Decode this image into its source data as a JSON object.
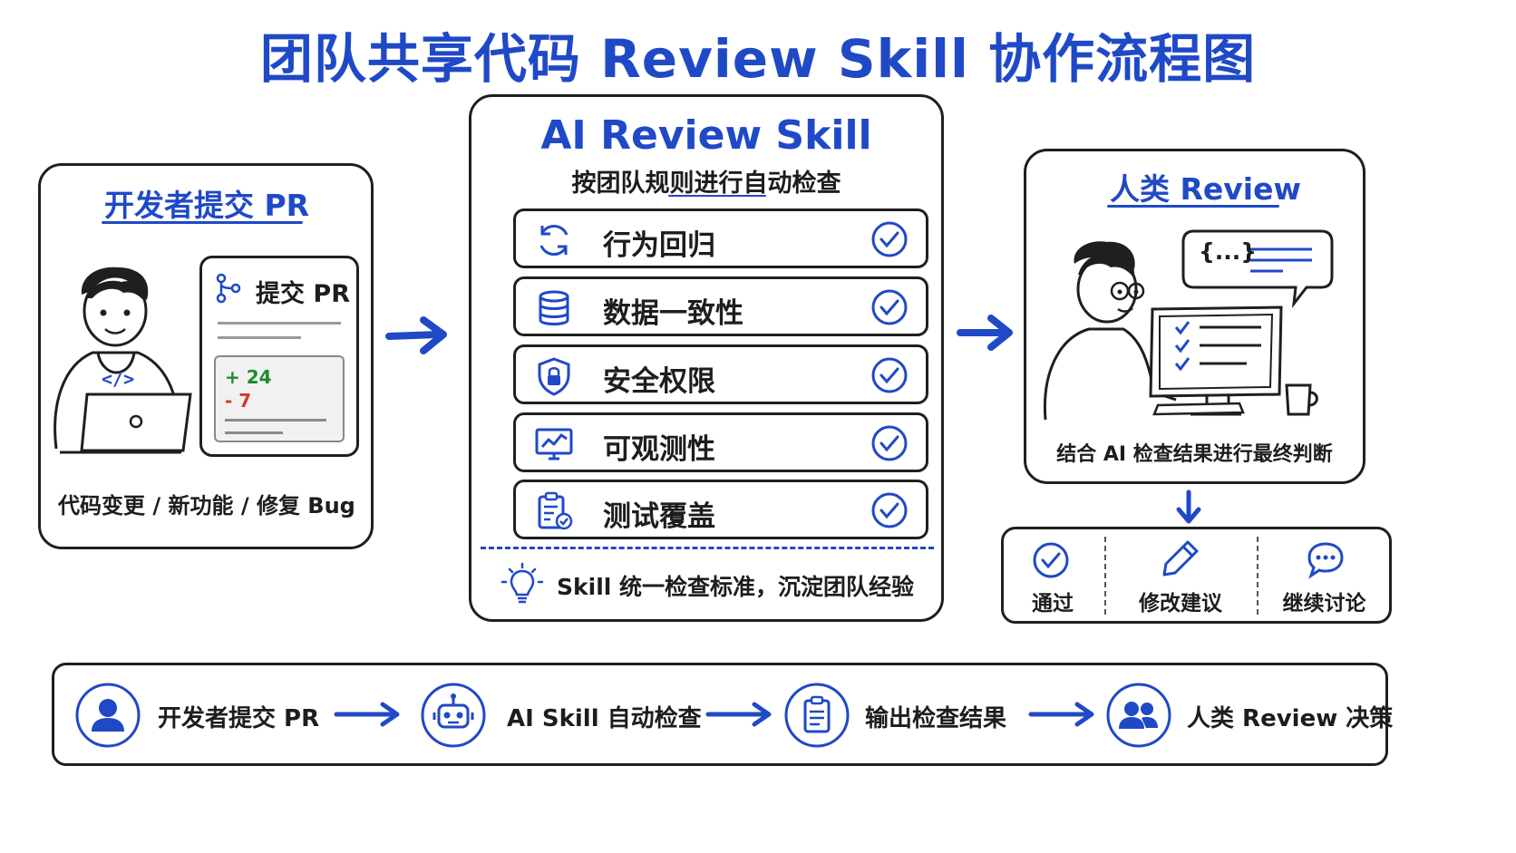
{
  "title": "团队共享代码 Review Skill 协作流程图",
  "developer": {
    "heading": "开发者提交 PR",
    "card_title": "提交 PR",
    "diff_add": "+ 24",
    "diff_del": "- 7",
    "caption": "代码变更 / 新功能 / 修复 Bug"
  },
  "ai_skill": {
    "heading": "AI Review Skill",
    "subtitle": "按团队规则进行自动检查",
    "checks": [
      {
        "label": "行为回归",
        "icon": "refresh-icon"
      },
      {
        "label": "数据一致性",
        "icon": "database-icon"
      },
      {
        "label": "安全权限",
        "icon": "shield-lock-icon"
      },
      {
        "label": "可观测性",
        "icon": "monitor-chart-icon"
      },
      {
        "label": "测试覆盖",
        "icon": "clipboard-check-icon"
      }
    ],
    "note": "Skill 统一检查标准，沉淀团队经验"
  },
  "human": {
    "heading": "人类 Review",
    "bubble_code": "{...}",
    "caption": "结合 AI 检查结果进行最终判断",
    "outcomes": [
      {
        "label": "通过",
        "icon": "check-circle-icon"
      },
      {
        "label": "修改建议",
        "icon": "pencil-icon"
      },
      {
        "label": "继续讨论",
        "icon": "chat-bubble-icon"
      }
    ]
  },
  "flow": {
    "steps": [
      {
        "label": "开发者提交 PR",
        "icon": "user-icon"
      },
      {
        "label": "AI Skill 自动检查",
        "icon": "robot-icon"
      },
      {
        "label": "输出检查结果",
        "icon": "clipboard-icon"
      },
      {
        "label": "人类 Review 决策",
        "icon": "users-icon"
      }
    ]
  },
  "colors": {
    "accent": "#1f49c6",
    "ink": "#1f1f1f",
    "add": "#1e8a2e",
    "del": "#d23a2a"
  }
}
